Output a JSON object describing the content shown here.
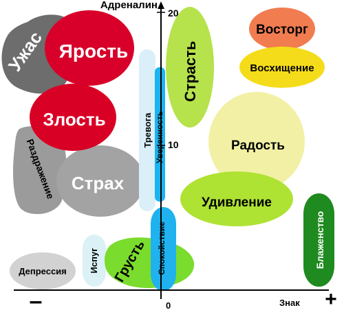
{
  "axes": {
    "y_label": "Адреналин",
    "x_label": "Знак",
    "tick_20": "20",
    "tick_10": "10",
    "origin": "0",
    "minus": "–",
    "plus": "+"
  },
  "emotions": {
    "horror": "Ужас",
    "rage": "Ярость",
    "anger": "Злость",
    "irritation": "Раздражение",
    "fear": "Страх",
    "anxiety": "Тревога",
    "confidence": "Уверенность",
    "passion": "Страсть",
    "delight": "Восторг",
    "admiration": "Восхищение",
    "joy": "Радость",
    "surprise": "Удивление",
    "bliss": "Блаженство",
    "depression": "Депрессия",
    "fright": "Испуг",
    "sadness": "Грусть",
    "calm": "Спокойствие"
  },
  "colors": {
    "horror": "#6d6d6d",
    "rage": "#d8002a",
    "anger": "#d90025",
    "irritation": "#9b9b9b",
    "fear": "#a3a3a3",
    "anxiety": "#dbeff8",
    "confidence": "#1bb3f0",
    "passion": "#b6e24b",
    "delight": "#f07c50",
    "admiration": "#f4dc1a",
    "joy": "#f2f0a5",
    "surprise": "#aee233",
    "bliss": "#1f8a1f",
    "depression": "#d2d2d2",
    "fright": "#dbf1f6",
    "sadness": "#7adc2d",
    "calm": "#1fb2ee"
  }
}
